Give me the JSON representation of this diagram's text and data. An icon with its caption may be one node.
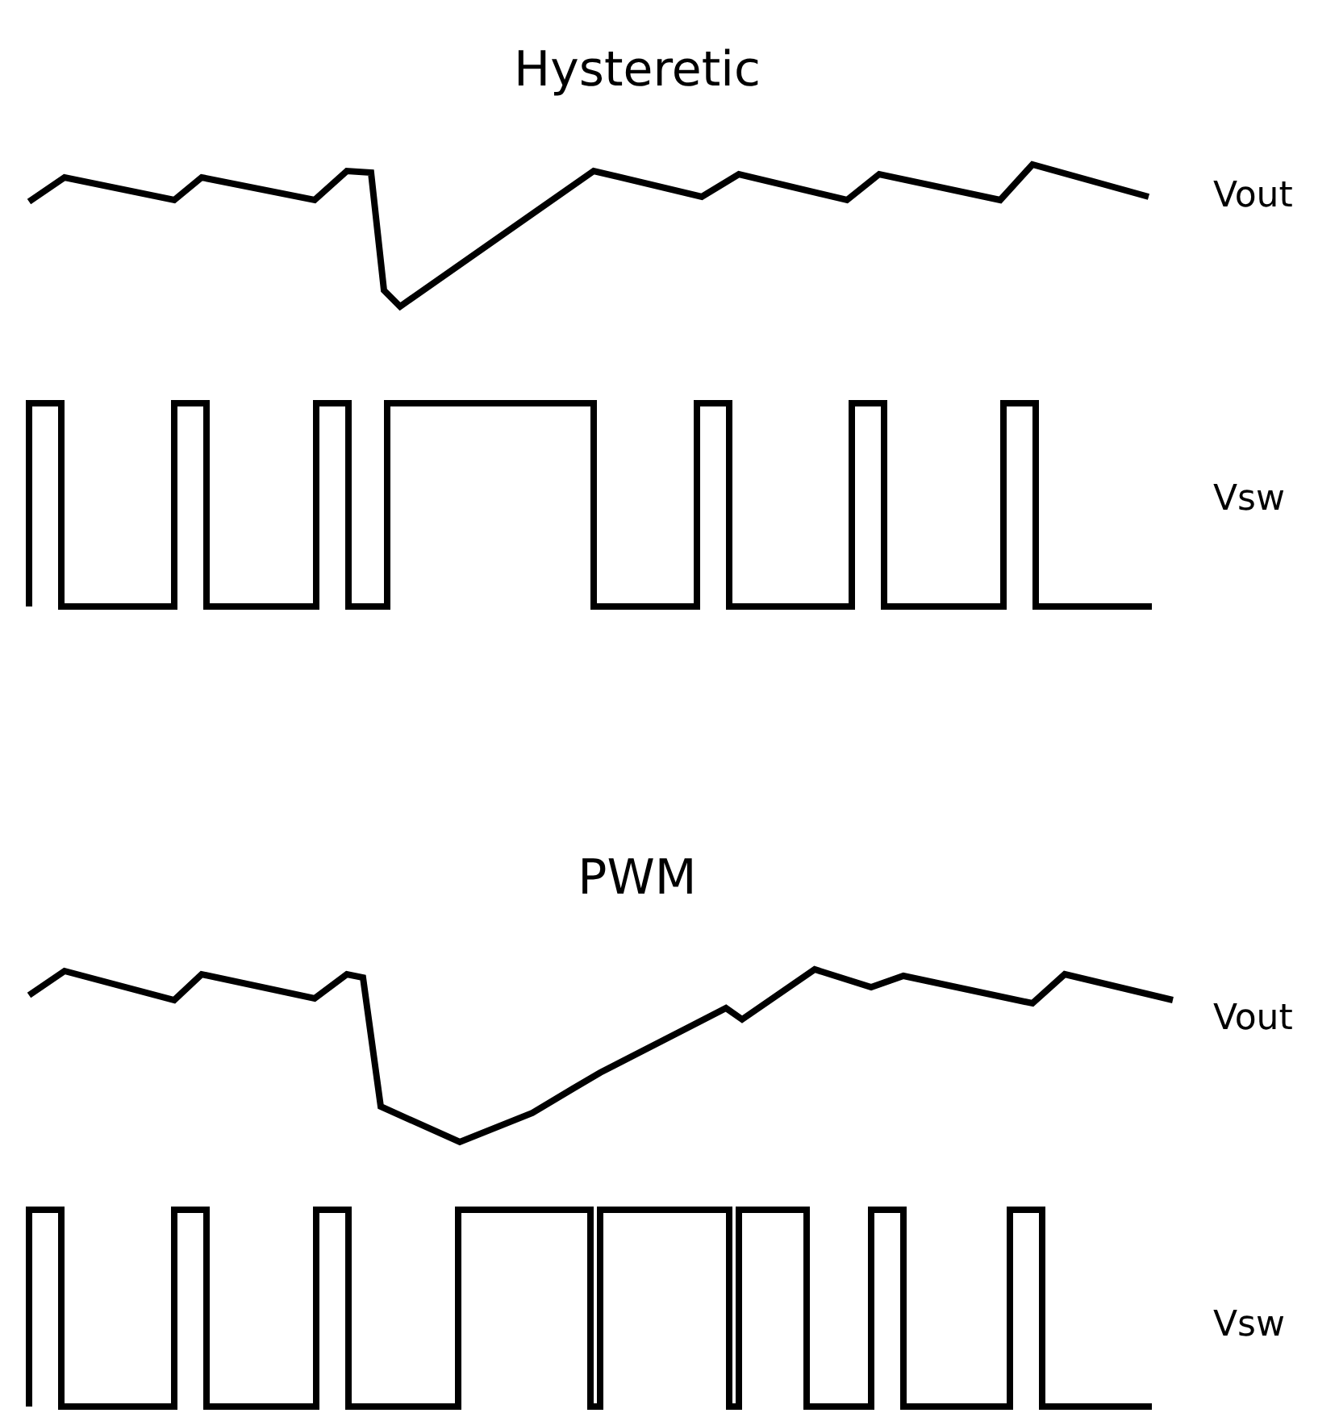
{
  "diagram": {
    "labels": [
      "Hysteretic",
      "Vout",
      "Vsw",
      "PWM",
      "Vout",
      "Vsw"
    ]
  }
}
